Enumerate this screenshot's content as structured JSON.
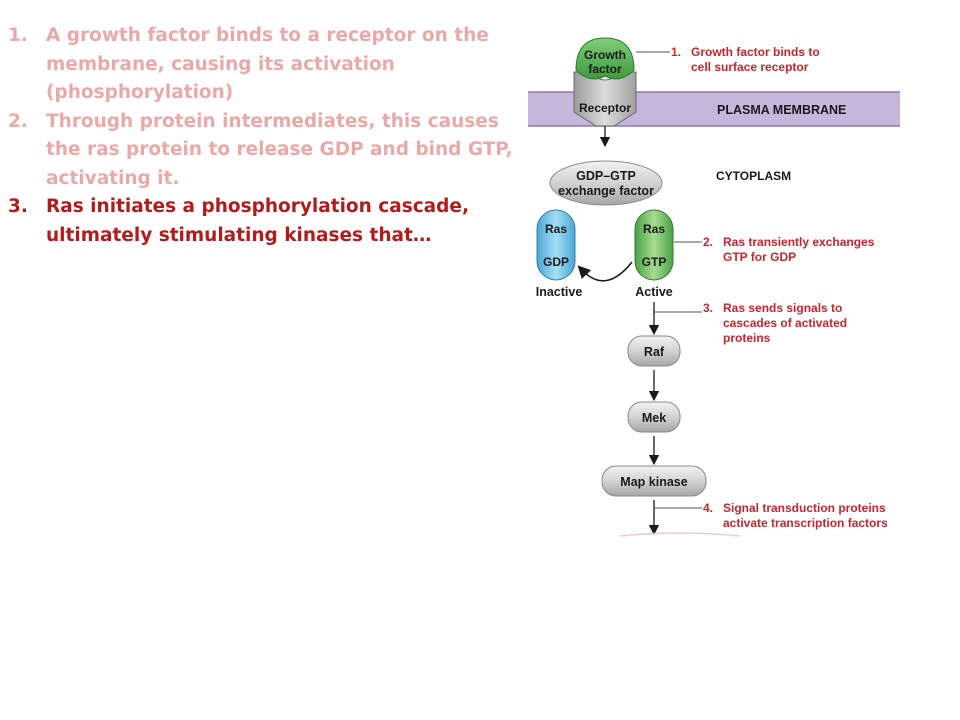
{
  "steps": [
    {
      "number": "1.",
      "text": "A growth factor binds to a receptor on the membrane, causing its activation (phosphorylation)"
    },
    {
      "number": "2.",
      "text": "Through protein intermediates, this causes the ras protein to release GDP and bind GTP, activating it."
    },
    {
      "number": "3.",
      "text": "Ras initiates a phosphorylation cascade, ultimately stimulating kinases that…"
    }
  ],
  "diagram": {
    "growth_factor": [
      "Growth",
      "factor"
    ],
    "receptor": "Receptor",
    "plasma_membrane": "PLASMA MEMBRANE",
    "cytoplasm": "CYTOPLASM",
    "exchange_factor": [
      "GDP–GTP",
      "exchange factor"
    ],
    "ras_inactive": {
      "top": "Ras",
      "bottom": "GDP",
      "state": "Inactive"
    },
    "ras_active": {
      "top": "Ras",
      "bottom": "GTP",
      "state": "Active"
    },
    "raf": "Raf",
    "mek": "Mek",
    "map_kinase": "Map kinase",
    "callouts": {
      "c1": {
        "num": "1.",
        "lines": [
          "Growth factor binds to",
          "cell surface receptor"
        ]
      },
      "c2": {
        "num": "2.",
        "lines": [
          "Ras transiently exchanges",
          "GTP for GDP"
        ]
      },
      "c3": {
        "num": "3.",
        "lines": [
          "Ras sends signals to",
          "cascades of activated",
          "proteins"
        ]
      },
      "c4": {
        "num": "4.",
        "lines": [
          "Signal transduction proteins",
          "activate transcription factors"
        ]
      }
    }
  },
  "colors": {
    "faded_text": "#e8aaa8",
    "current_text": "#b01c1c",
    "membrane": "#c6b6dc",
    "receptor": "#b9b9b9",
    "growth_factor": "#58b556",
    "ras_inactive": "#7cc6e6",
    "ras_active": "#7cc46a",
    "callout_text": "#c4262e"
  }
}
